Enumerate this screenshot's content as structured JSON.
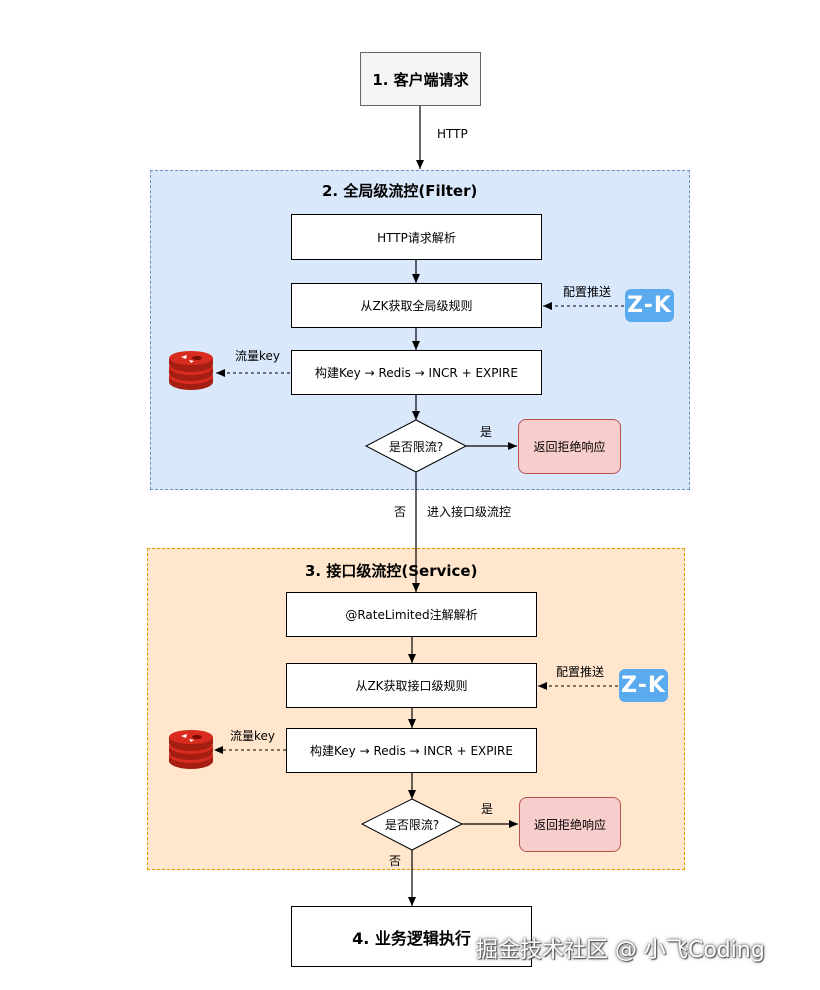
{
  "nodes": {
    "client_request": "1. 客户端请求",
    "global_title": "2. 全局级流控(Filter)",
    "http_parse": "HTTP请求解析",
    "zk_global_rules": "从ZK获取全局级规则",
    "build_key_1": "构建Key → Redis → INCR + EXPIRE",
    "limited_q_1": "是否限流?",
    "reject_1": "返回拒绝响应",
    "interface_title": "3. 接口级流控(Service)",
    "annotation_parse": "@RateLimited注解解析",
    "zk_interface_rules": "从ZK获取接口级规则",
    "build_key_2": "构建Key → Redis → INCR + EXPIRE",
    "limited_q_2": "是否限流?",
    "reject_2": "返回拒绝响应",
    "business_logic": "4. 业务逻辑执行"
  },
  "edges": {
    "http": "HTTP",
    "config_push_1": "配置推送",
    "flow_key_1": "流量key",
    "yes_1": "是",
    "no_1": "否",
    "enter_interface": "进入接口级流控",
    "config_push_2": "配置推送",
    "flow_key_2": "流量key",
    "yes_2": "是",
    "no_2": "否"
  },
  "icons": {
    "zk_label": "Z-K",
    "zk_color": "#5aaaf0",
    "redis_color": "#c9302c"
  },
  "colors": {
    "global_region": "#dae8fc",
    "interface_region": "#ffe6cc",
    "reject": "#f8cecc"
  },
  "watermark": "掘金技术社区 @ 小飞Coding"
}
